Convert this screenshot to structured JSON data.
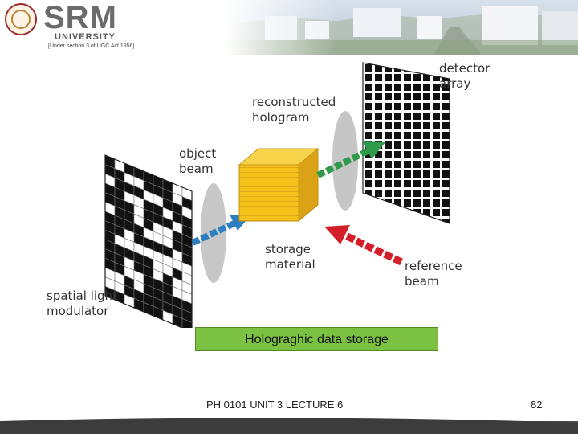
{
  "header": {
    "logo_text": "SRM",
    "logo_subtitle": "UNIVERSITY",
    "logo_note": "[Under section 3 of UGC Act 1956]"
  },
  "diagram": {
    "labels": {
      "detector": "detector\narray",
      "reconstructed": "reconstructed\nhologram",
      "object_beam": "object\nbeam",
      "storage": "storage\nmaterial",
      "reference": "reference\nbeam",
      "slm": "spatial light\nmodulator"
    },
    "colors": {
      "cube": "#f4c21b",
      "object_arrow": "#2b7fc0",
      "reconstructed_arrow": "#2e9a4a",
      "reference_arrow": "#d41e2a",
      "lens": "#bdbdbd"
    }
  },
  "caption": "Holograghic data storage",
  "footer": {
    "course": "PH 0101   UNIT  3    LECTURE 6",
    "page": "82"
  }
}
